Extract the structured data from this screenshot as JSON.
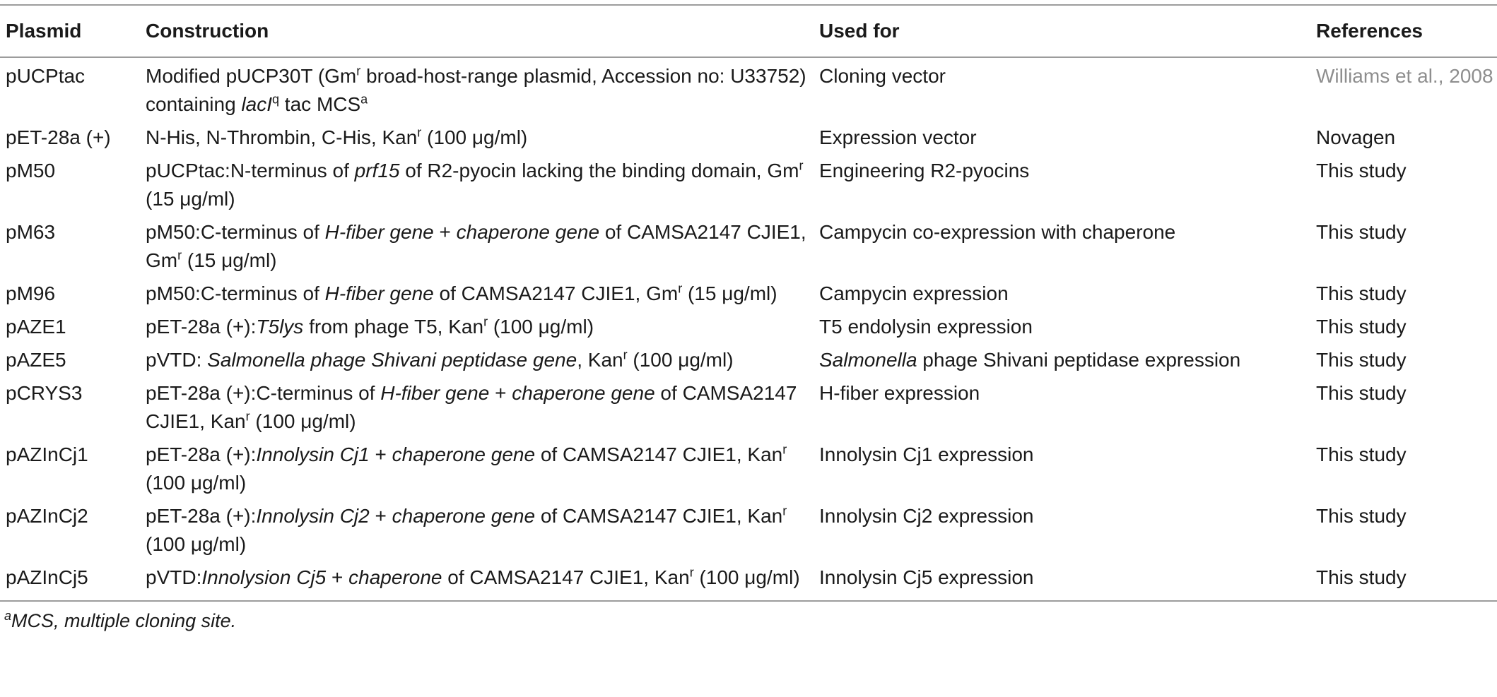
{
  "table": {
    "headers": [
      "Plasmid",
      "Construction",
      "Used for",
      "References"
    ],
    "rows": [
      {
        "plasmid": "pUCPtac",
        "construction": [
          {
            "t": "Modified pUCP30T (Gm"
          },
          {
            "t": "r",
            "sup": true
          },
          {
            "t": " broad-host-range plasmid, Accession no: U33752) containing "
          },
          {
            "t": "lacI",
            "i": true
          },
          {
            "t": "q",
            "sup": true
          },
          {
            "t": " tac MCS"
          },
          {
            "t": "a",
            "sup": true
          }
        ],
        "used_for": [
          {
            "t": "Cloning vector"
          }
        ],
        "reference": "Williams et al., 2008",
        "reference_is_citation": true
      },
      {
        "plasmid": "pET-28a (+)",
        "construction": [
          {
            "t": "N-His, N-Thrombin, C-His, Kan"
          },
          {
            "t": "r",
            "sup": true
          },
          {
            "t": " (100 μg/ml)"
          }
        ],
        "used_for": [
          {
            "t": "Expression vector"
          }
        ],
        "reference": "Novagen"
      },
      {
        "plasmid": "pM50",
        "construction": [
          {
            "t": "pUCPtac:N-terminus of "
          },
          {
            "t": "prf15",
            "i": true
          },
          {
            "t": " of R2-pyocin lacking the binding domain, Gm"
          },
          {
            "t": "r",
            "sup": true
          },
          {
            "t": " (15 μg/ml)"
          }
        ],
        "used_for": [
          {
            "t": "Engineering R2-pyocins"
          }
        ],
        "reference": "This study"
      },
      {
        "plasmid": "pM63",
        "construction": [
          {
            "t": "pM50:C-terminus of "
          },
          {
            "t": "H-fiber gene",
            "i": true
          },
          {
            "t": " + "
          },
          {
            "t": "chaperone gene",
            "i": true
          },
          {
            "t": " of CAMSA2147 CJIE1, Gm"
          },
          {
            "t": "r",
            "sup": true
          },
          {
            "t": " (15 μg/ml)"
          }
        ],
        "used_for": [
          {
            "t": "Campycin co-expression with chaperone"
          }
        ],
        "reference": "This study"
      },
      {
        "plasmid": "pM96",
        "construction": [
          {
            "t": "pM50:C-terminus of "
          },
          {
            "t": "H-fiber gene",
            "i": true
          },
          {
            "t": " of CAMSA2147 CJIE1, Gm"
          },
          {
            "t": "r",
            "sup": true
          },
          {
            "t": " (15 μg/ml)"
          }
        ],
        "used_for": [
          {
            "t": "Campycin expression"
          }
        ],
        "reference": "This study"
      },
      {
        "plasmid": "pAZE1",
        "construction": [
          {
            "t": "pET-28a (+):"
          },
          {
            "t": "T5lys",
            "i": true
          },
          {
            "t": " from phage T5, Kan"
          },
          {
            "t": "r",
            "sup": true
          },
          {
            "t": " (100 μg/ml)"
          }
        ],
        "used_for": [
          {
            "t": "T5 endolysin expression"
          }
        ],
        "reference": "This study"
      },
      {
        "plasmid": "pAZE5",
        "construction": [
          {
            "t": "pVTD: "
          },
          {
            "t": "Salmonella phage Shivani peptidase gene",
            "i": true
          },
          {
            "t": ", Kan"
          },
          {
            "t": "r",
            "sup": true
          },
          {
            "t": " (100 μg/ml)"
          }
        ],
        "used_for": [
          {
            "t": "Salmonella",
            "i": true
          },
          {
            "t": " phage Shivani peptidase expression"
          }
        ],
        "reference": "This study"
      },
      {
        "plasmid": "pCRYS3",
        "construction": [
          {
            "t": "pET-28a (+):C-terminus of "
          },
          {
            "t": "H-fiber gene",
            "i": true
          },
          {
            "t": " + "
          },
          {
            "t": "chaperone gene",
            "i": true
          },
          {
            "t": " of CAMSA2147 CJIE1, Kan"
          },
          {
            "t": "r",
            "sup": true
          },
          {
            "t": " (100 μg/ml)"
          }
        ],
        "used_for": [
          {
            "t": "H-fiber expression"
          }
        ],
        "reference": "This study"
      },
      {
        "plasmid": "pAZInCj1",
        "construction": [
          {
            "t": "pET-28a (+):"
          },
          {
            "t": "Innolysin Cj1",
            "i": true
          },
          {
            "t": " + "
          },
          {
            "t": "chaperone gene",
            "i": true
          },
          {
            "t": " of CAMSA2147 CJIE1, Kan"
          },
          {
            "t": "r",
            "sup": true
          },
          {
            "t": " (100 μg/ml)"
          }
        ],
        "used_for": [
          {
            "t": "Innolysin Cj1 expression"
          }
        ],
        "reference": "This study"
      },
      {
        "plasmid": "pAZInCj2",
        "construction": [
          {
            "t": "pET-28a (+):"
          },
          {
            "t": "Innolysin Cj2",
            "i": true
          },
          {
            "t": " + "
          },
          {
            "t": "chaperone gene",
            "i": true
          },
          {
            "t": " of CAMSA2147 CJIE1, Kan"
          },
          {
            "t": "r",
            "sup": true
          },
          {
            "t": " (100 μg/ml)"
          }
        ],
        "used_for": [
          {
            "t": "Innolysin Cj2 expression"
          }
        ],
        "reference": "This study"
      },
      {
        "plasmid": "pAZInCj5",
        "construction": [
          {
            "t": "pVTD:"
          },
          {
            "t": "Innolysion Cj5",
            "i": true
          },
          {
            "t": " + "
          },
          {
            "t": "chaperone",
            "i": true
          },
          {
            "t": " of CAMSA2147 CJIE1, Kan"
          },
          {
            "t": "r",
            "sup": true
          },
          {
            "t": " (100 μg/ml)"
          }
        ],
        "used_for": [
          {
            "t": "Innolysin Cj5 expression"
          }
        ],
        "reference": "This study"
      }
    ]
  },
  "footnote": {
    "marker": "a",
    "text": "MCS, multiple cloning site."
  }
}
